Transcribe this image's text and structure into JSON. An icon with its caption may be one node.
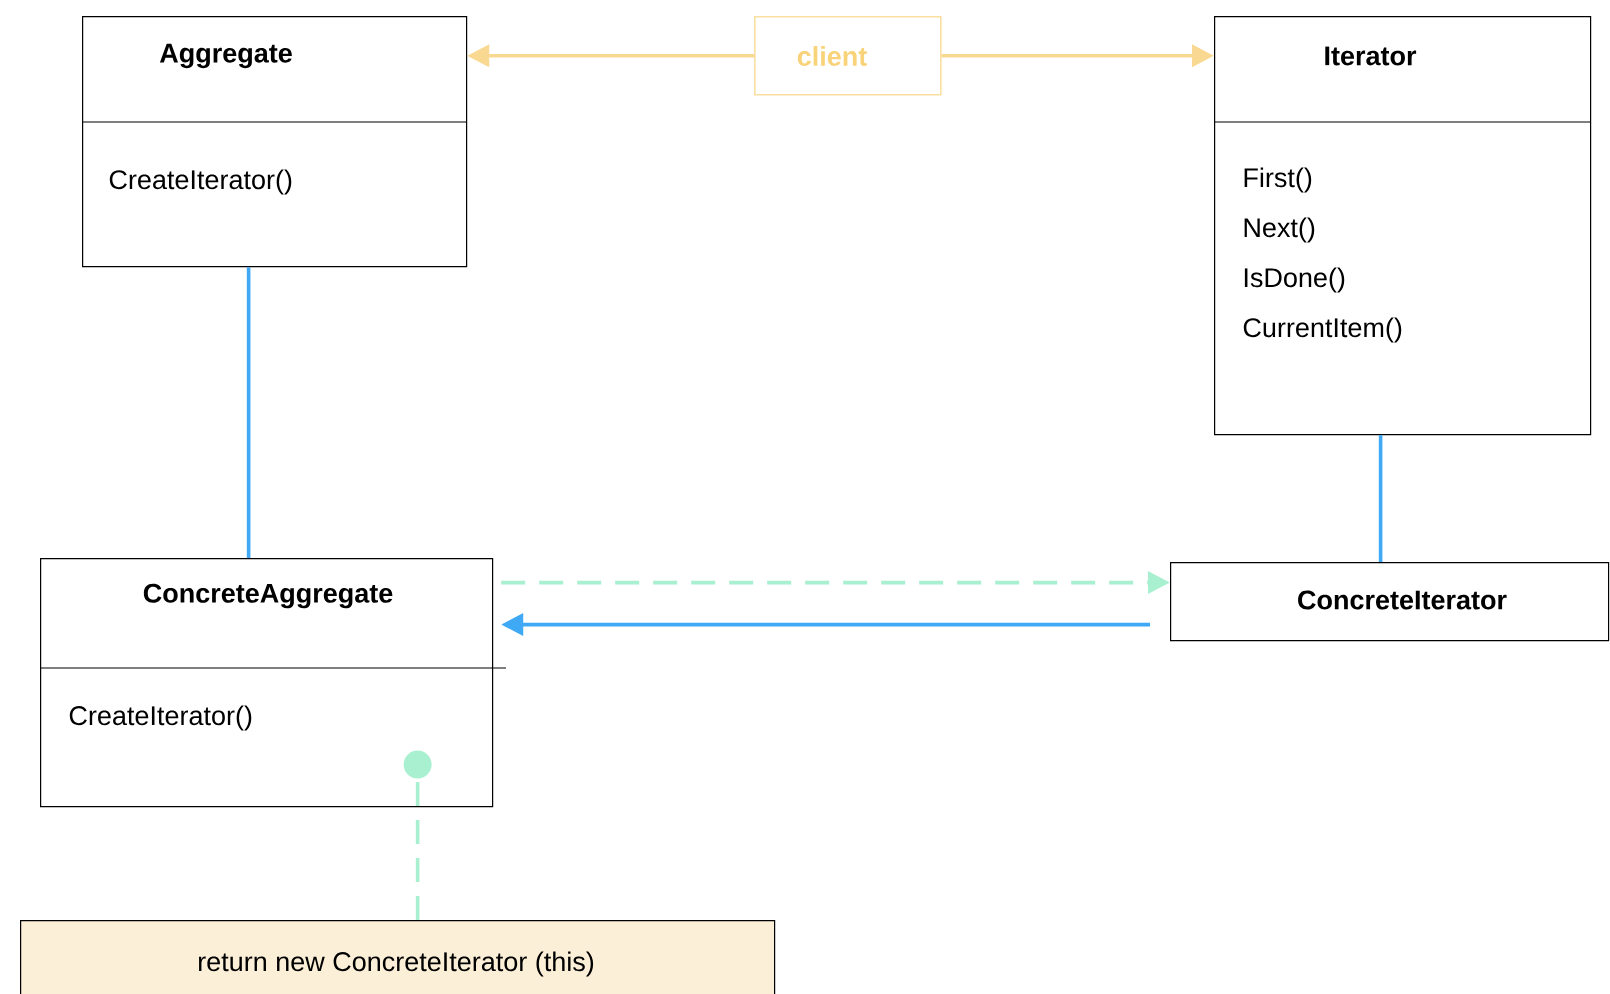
{
  "diagram": {
    "nodes": [
      {
        "text": [
          "Aggregate",
          "CreateIterator()"
        ]
      },
      {
        "text": [
          "client"
        ]
      },
      {
        "text": [
          "Iterator",
          "First()",
          "Next()",
          "IsDone()",
          "CurrentItem()"
        ]
      },
      {
        "text": [
          "ConcreteAggregate",
          "CreateIterator()"
        ]
      },
      {
        "text": [
          "ConcreteIterator"
        ]
      },
      {
        "text": [
          "return new ConcreteIterator (this)"
        ]
      }
    ],
    "edges": [
      {
        "from": 1,
        "to": 0,
        "arrow": "to",
        "color": "#f9d992"
      },
      {
        "from": 1,
        "to": 2,
        "arrow": "to",
        "color": "#f9d992"
      },
      {
        "from": 0,
        "to": 3,
        "arrow": "none"
      },
      {
        "from": 2,
        "to": 4,
        "arrow": "none"
      },
      {
        "from": 3,
        "to": 4,
        "arrow": "to",
        "style": "dashed",
        "color": "#a8f0d0"
      },
      {
        "from": 4,
        "to": 3,
        "arrow": "to"
      },
      {
        "from": 5,
        "to": 3,
        "arrow": "other",
        "style": "dashed",
        "color": "#a8f0d0"
      }
    ]
  }
}
